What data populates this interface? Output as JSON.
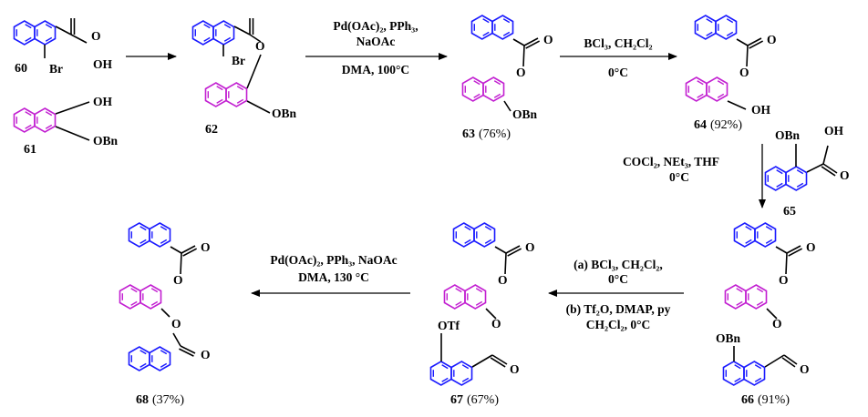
{
  "colors": {
    "blue": "#1a1aff",
    "magenta": "#c21fd1",
    "black": "#000000"
  },
  "compounds": {
    "c60": {
      "number": "60",
      "yield": "",
      "labels": {
        "oh": "OH",
        "br": "Br"
      }
    },
    "c61": {
      "number": "61",
      "yield": "",
      "labels": {
        "oh": "OH",
        "obn": "OBn"
      }
    },
    "c62": {
      "number": "62",
      "yield": "",
      "labels": {
        "br": "Br",
        "obn": "OBn"
      }
    },
    "c63": {
      "number": "63",
      "yield": "(76%)",
      "labels": {
        "obn": "OBn"
      }
    },
    "c64": {
      "number": "64",
      "yield": "(92%)",
      "labels": {
        "oh": "OH"
      }
    },
    "c65": {
      "number": "65",
      "yield": "",
      "labels": {
        "obn": "OBn",
        "oh": "OH"
      }
    },
    "c66": {
      "number": "66",
      "yield": "(91%)",
      "labels": {
        "obn": "OBn"
      }
    },
    "c67": {
      "number": "67",
      "yield": "(67%)",
      "labels": {
        "otf": "OTf"
      }
    },
    "c68": {
      "number": "68",
      "yield": "(37%)",
      "labels": {}
    }
  },
  "conditions": {
    "step1": {
      "line1": "Pd(OAc)₂, PPh₃,",
      "line2": "NaOAc",
      "line3": "DMA, 100°C"
    },
    "step2": {
      "line1": "BCl₃, CH₂Cl₂",
      "line2": "0°C"
    },
    "step3": {
      "line1": "COCl₂, NEt₃, THF",
      "line2": "0°C"
    },
    "step4": {
      "line1": "(a) BCl₃, CH₂Cl₂,",
      "line2": "0°C",
      "line3": "(b) Tf₂O, DMAP, py",
      "line4": "CH₂Cl₂, 0°C"
    },
    "step5": {
      "line1": "Pd(OAc)₂, PPh₃, NaOAc",
      "line2": "DMA, 130 °C"
    }
  }
}
